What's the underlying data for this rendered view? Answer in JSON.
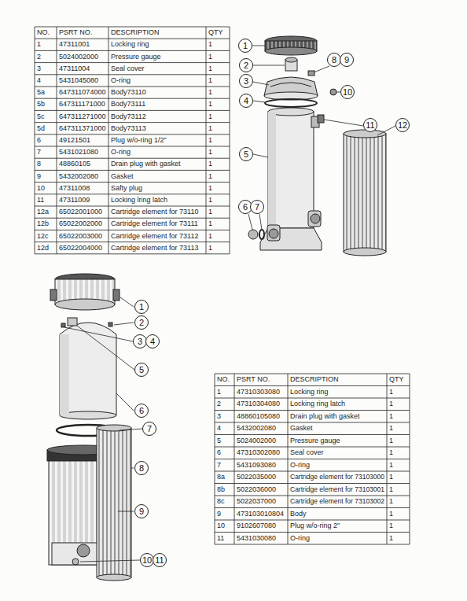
{
  "diagram": {
    "labels": [
      "NO.",
      "PSRT NO.",
      "DESCRIPTION",
      "QTY",
      "1",
      "47311001",
      "Locking ring",
      "1",
      "2",
      "5024002000",
      "Pressure gauge",
      "1",
      "3",
      "47311004",
      "Seal cover",
      "1",
      "4",
      "5431045080",
      "O-ring",
      "1",
      "5a",
      "647311074000",
      "Body73110",
      "1",
      "5b",
      "647311171000",
      "Body73111",
      "1",
      "5c",
      "647311271000",
      "Body73112",
      "1",
      "5d",
      "647311371000",
      "Body73113",
      "1",
      "6",
      "49121501",
      "Plug w/o-ring 1/2\"",
      "1",
      "7",
      "5431021080",
      "O-ring",
      "1",
      "8",
      "48860105",
      "Drain plug with gasket",
      "1",
      "9",
      "5432002080",
      "Gasket",
      "1",
      "10",
      "47311008",
      "Safty plug",
      "1",
      "11",
      "47311009",
      "Locking lring latch",
      "1",
      "12a",
      "65022001000",
      "Cartridge element for 73110",
      "1",
      "12b",
      "65022002000",
      "Cartridge element for 73111",
      "1",
      "12c",
      "65022003000",
      "Cartridge element for 73112",
      "1",
      "12d",
      "65022004000",
      "Cartridge element for 73113",
      "1",
      "1",
      "2",
      "3",
      "4",
      "5",
      "6",
      "7",
      "8",
      "9",
      "10",
      "11",
      "12",
      "1",
      "2",
      "3",
      "4",
      "5",
      "6",
      "7",
      "8",
      "9",
      "10",
      "11",
      "NO.",
      "PSRT NO.",
      "DESCRIPTION",
      "QTY",
      "1",
      "47310303080",
      "Locking ring",
      "1",
      "2",
      "47310304080",
      "Locking ring latch",
      "1",
      "3",
      "48860105080",
      "Drain plug with gasket",
      "1",
      "4",
      "5432002080",
      "Gasket",
      "1",
      "5",
      "5024002000",
      "Pressure gauge",
      "1",
      "6",
      "47310302080",
      "Seal cover",
      "1",
      "7",
      "5431093080",
      "O-ring",
      "1",
      "8a",
      "5022035000",
      "Cartridge element for 73103000",
      "1",
      "8b",
      "5022036000",
      "Cartridge element for 73103001",
      "1",
      "8c",
      "5022037000",
      "Cartridge element for 73103002",
      "1",
      "9",
      "473103010804",
      "Body",
      "1",
      "10",
      "9102607080",
      "Plug w/o-ring 2\"",
      "1",
      "11",
      "5431030080",
      "O-ring",
      "1"
    ]
  }
}
